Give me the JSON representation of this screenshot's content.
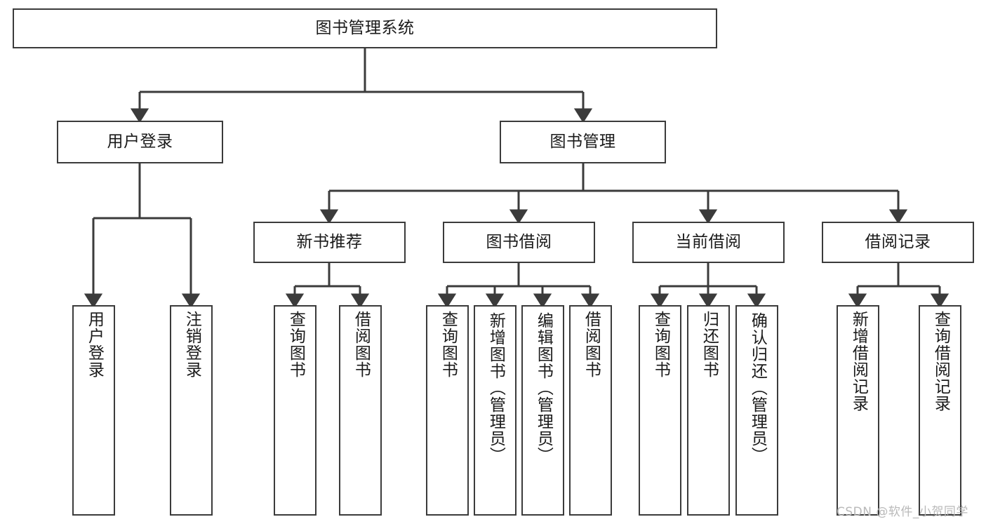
{
  "diagram": {
    "title": "图书管理系统",
    "type": "tree-hierarchy",
    "style": {
      "box_border": "#3b3b3b",
      "box_fill": "#ffffff",
      "edge_color": "#3b3b3b",
      "background": "#ffffff",
      "watermark_color": "#b9b9b9"
    },
    "root": {
      "label": "图书管理系统"
    },
    "level2": [
      {
        "label": "用户登录"
      },
      {
        "label": "图书管理"
      }
    ],
    "level3": [
      {
        "label": "新书推荐"
      },
      {
        "label": "图书借阅"
      },
      {
        "label": "当前借阅"
      },
      {
        "label": "借阅记录"
      }
    ],
    "leaves": {
      "user_login": [
        {
          "label": "用户登录"
        },
        {
          "label": "注销登录"
        }
      ],
      "new_book_recommend": [
        {
          "label": "查询图书"
        },
        {
          "label": "借阅图书"
        }
      ],
      "book_borrow": [
        {
          "label": "查询图书"
        },
        {
          "label": "新增图书（管理员）"
        },
        {
          "label": "编辑图书（管理员）"
        },
        {
          "label": "借阅图书"
        }
      ],
      "current_borrow": [
        {
          "label": "查询图书"
        },
        {
          "label": "归还图书"
        },
        {
          "label": "确认归还（管理员）"
        }
      ],
      "borrow_record": [
        {
          "label": "新增借阅记录"
        },
        {
          "label": "查询借阅记录"
        }
      ]
    },
    "watermark": "CSDN @软件_小贺同学"
  }
}
